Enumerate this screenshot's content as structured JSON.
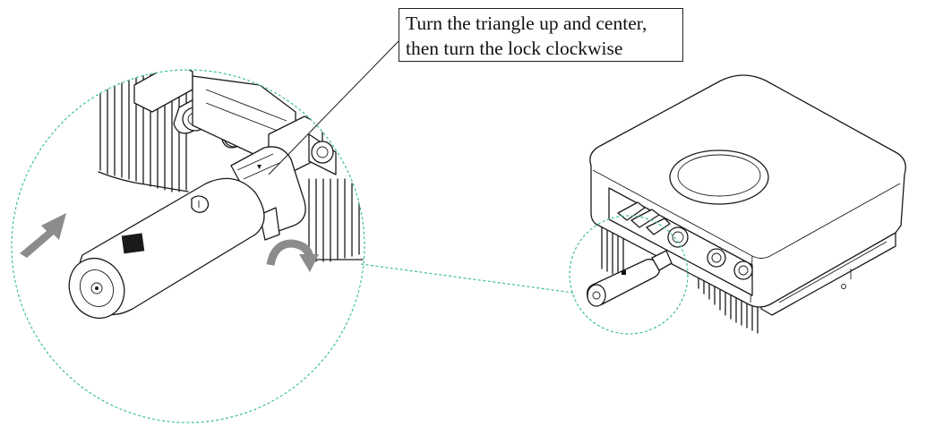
{
  "callout": {
    "line1": "Turn the triangle up and center,",
    "line2": "then turn the lock clockwise"
  },
  "colors": {
    "zoom_circle": "#3dbf9a",
    "arrow": "#8c8c8c",
    "line": "#1a1a1a"
  },
  "icons": [
    "push-direction-arrow",
    "clockwise-rotate-arrow",
    "triangle-marker"
  ]
}
